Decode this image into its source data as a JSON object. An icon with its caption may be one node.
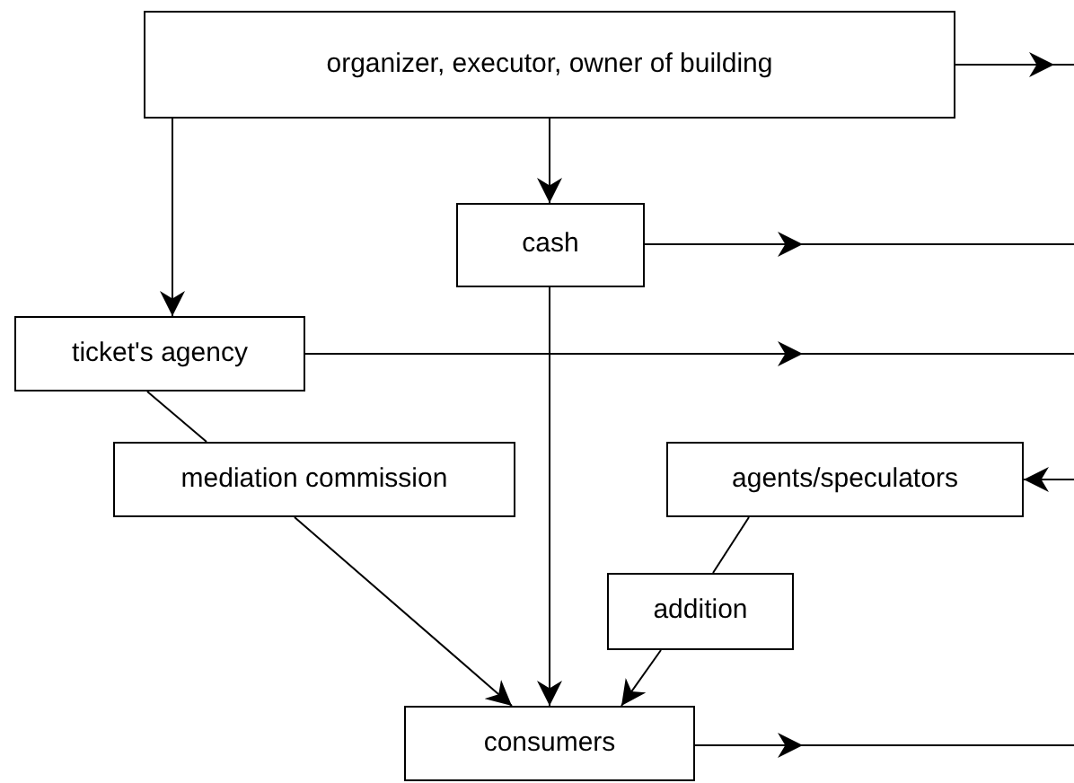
{
  "diagram": {
    "nodes": [
      {
        "text": [
          "organizer, executor, owner of building"
        ]
      },
      {
        "text": [
          "cash"
        ]
      },
      {
        "text": [
          "ticket's agency"
        ]
      },
      {
        "text": [
          "mediation commission"
        ]
      },
      {
        "text": [
          "agents/speculators"
        ]
      },
      {
        "text": [
          "addition"
        ]
      },
      {
        "text": [
          "consumers"
        ]
      }
    ],
    "edges": [
      {
        "from": 0,
        "to": 1,
        "arrow": "to"
      },
      {
        "from": 0,
        "to": 2,
        "arrow": "to"
      },
      {
        "from": 0,
        "to": null,
        "arrow": "to"
      },
      {
        "from": 1,
        "to": null,
        "arrow": "to"
      },
      {
        "from": 2,
        "to": null,
        "arrow": "to"
      },
      {
        "from": null,
        "to": 4,
        "arrow": "to"
      },
      {
        "from": 1,
        "to": 6,
        "arrow": "to"
      },
      {
        "from": 2,
        "to": 3,
        "arrow": "none"
      },
      {
        "from": 3,
        "to": 6,
        "arrow": "to"
      },
      {
        "from": 4,
        "to": 5,
        "arrow": "none"
      },
      {
        "from": 5,
        "to": 6,
        "arrow": "to"
      },
      {
        "from": 6,
        "to": null,
        "arrow": "to"
      }
    ]
  }
}
